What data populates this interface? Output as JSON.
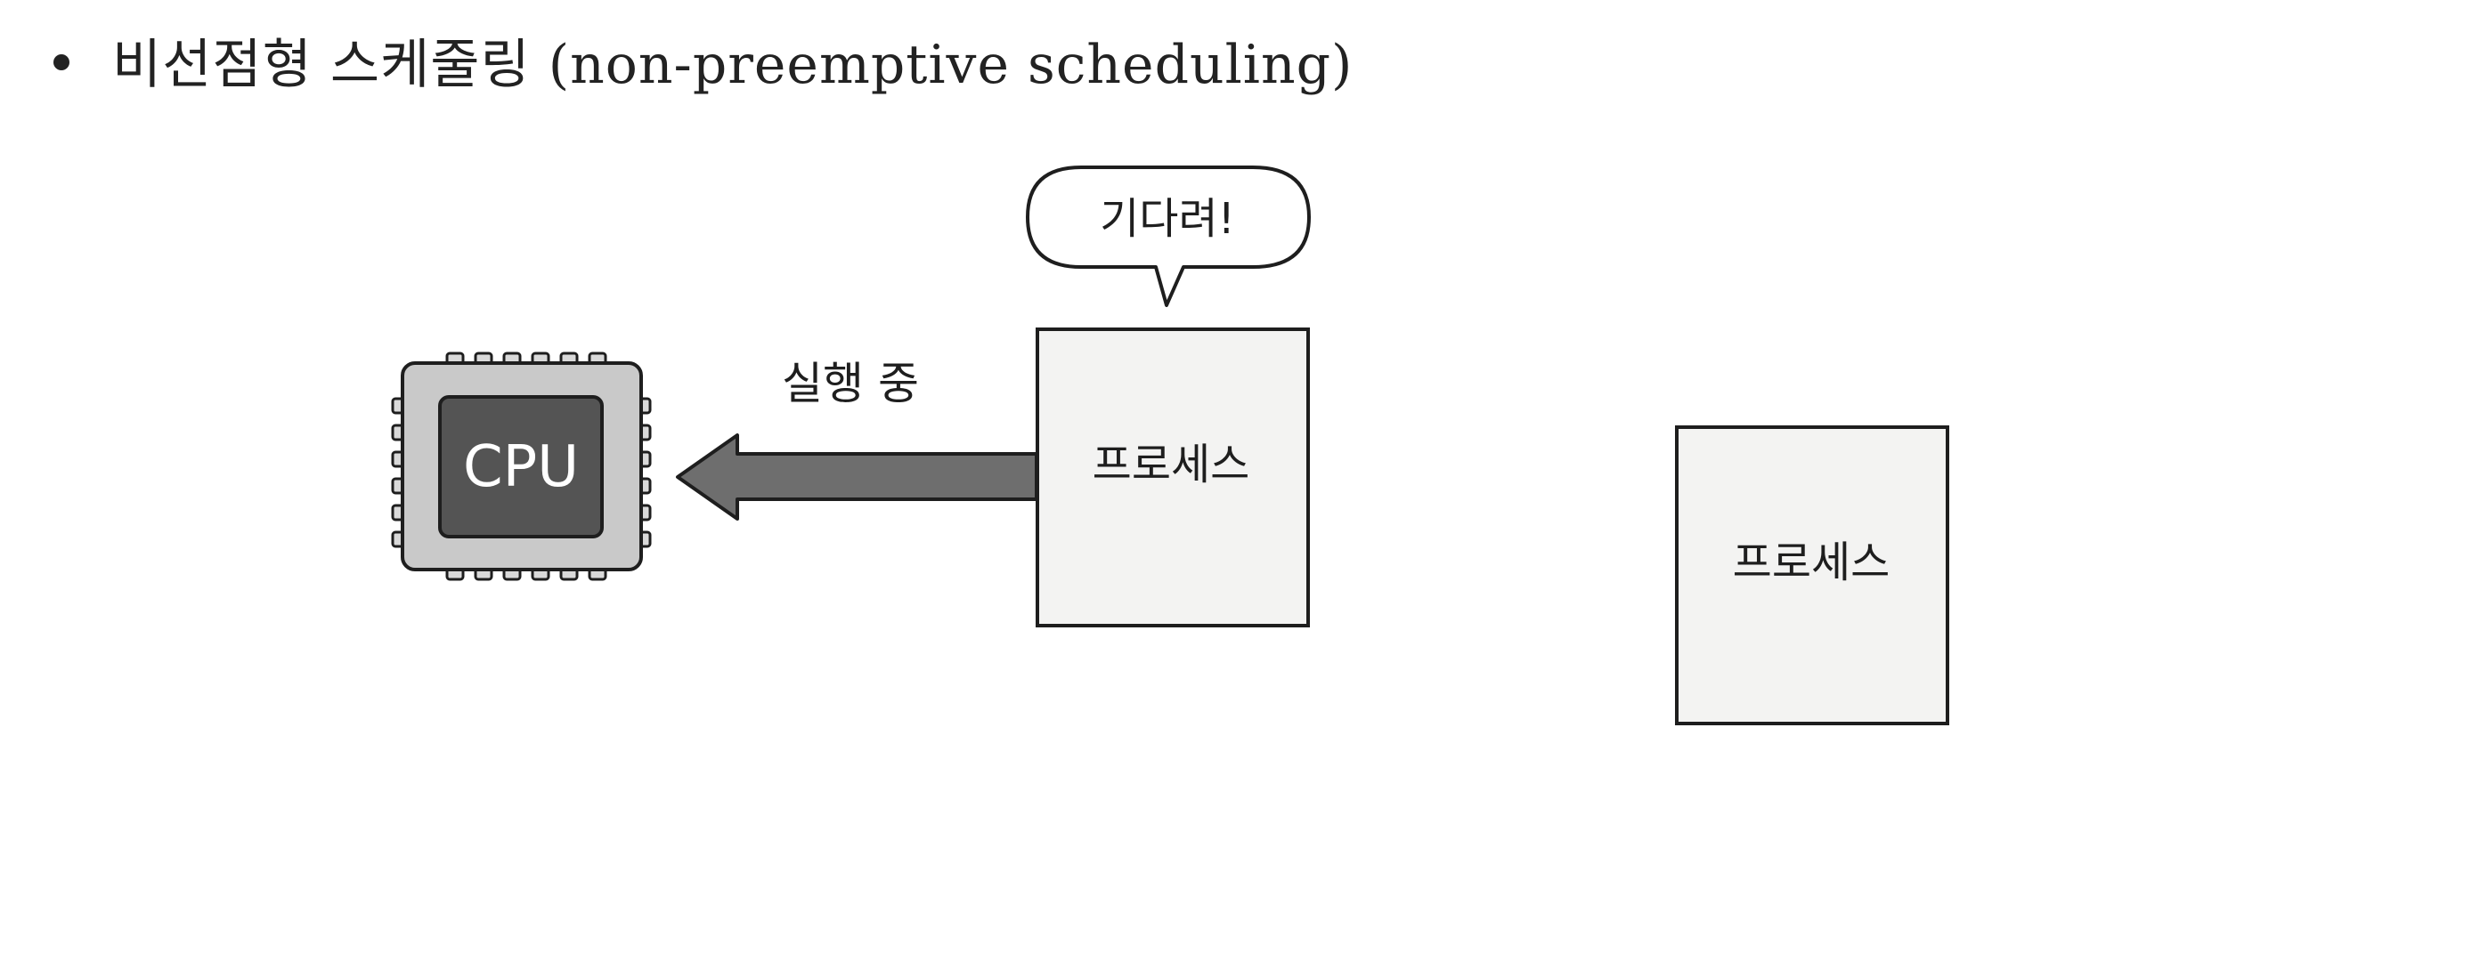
{
  "slide": {
    "bullet_title": "비선점형 스케줄링 (non-preemptive scheduling)"
  },
  "diagram": {
    "cpu_label": "CPU",
    "arrow_label": "실행 중",
    "speech_bubble_text": "기다려!",
    "running_process_label": "프로세스",
    "waiting_process_label": "프로세스"
  },
  "colors": {
    "background": "#ffffff",
    "cpu_frame": "#c9c9c9",
    "cpu_core": "#545454",
    "arrow_fill": "#6e6e6e",
    "process_box_fill": "#f3f3f2",
    "outline": "#1e1e1e"
  },
  "icons": {
    "cpu": "cpu-chip-icon",
    "arrow": "left-arrow-icon",
    "bubble": "speech-bubble-icon"
  }
}
